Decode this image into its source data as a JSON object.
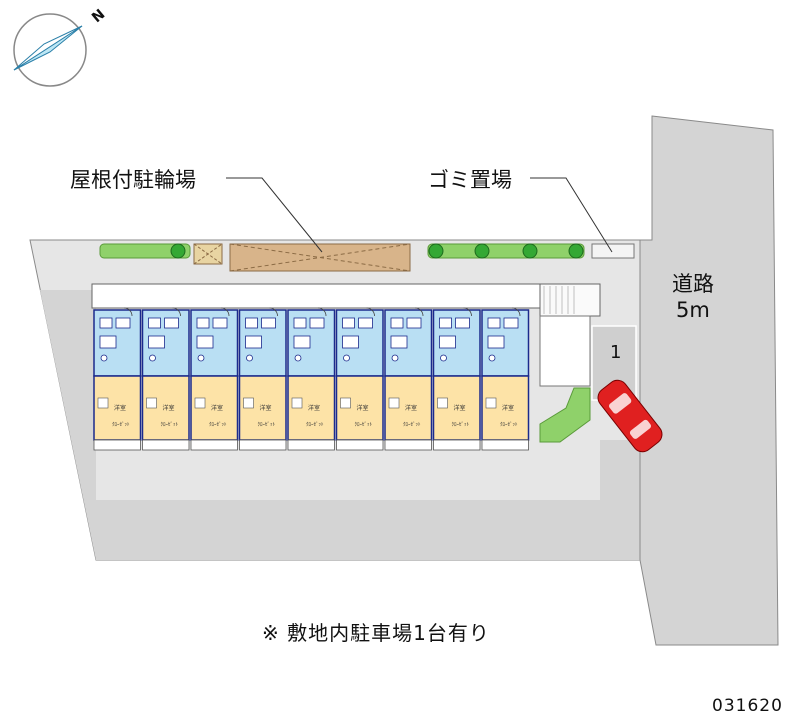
{
  "compass": {
    "symbol": "N"
  },
  "labels": {
    "bike_parking": "屋根付駐輪場",
    "garbage": "ゴミ置場",
    "road_name": "道路",
    "road_width": "5m",
    "parking_space_number": "1"
  },
  "unit_labels": {
    "room": "洋室",
    "closet": "ｸﾛｰｾﾞｯﾄ"
  },
  "unit_count": 9,
  "note": "※ 敷地内駐車場1台有り",
  "property_code": "031620",
  "colors": {
    "unit_wet_area": "#b9dff3",
    "unit_room": "#fde3a7",
    "unit_border": "#1b2a8c",
    "greenery": "#8fd16a",
    "tree": "#34a834",
    "bike_roof": "#d8b48a",
    "site": "#e6e6e6",
    "road": "#d4d4d4",
    "car": "#e02020"
  }
}
